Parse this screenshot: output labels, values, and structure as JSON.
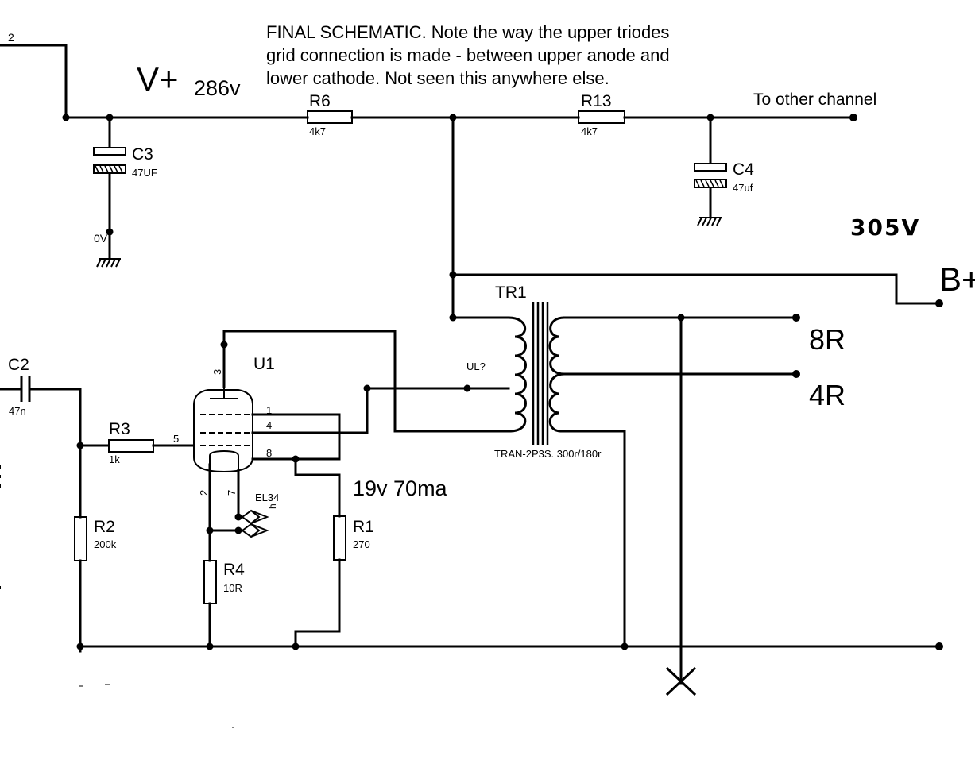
{
  "note": {
    "line1": "FINAL SCHEMATIC. Note the way the upper triodes",
    "line2": "grid connection is made - between upper anode and",
    "line3": "lower cathode. Not seen this anywhere else."
  },
  "rails": {
    "vplus": "V+",
    "vplus_voltage": "286v",
    "b_plus": "B+",
    "b_plus_voltage": "305V",
    "other_channel": "To other channel",
    "ground_label": "0V",
    "net_2": "2"
  },
  "components": {
    "r6": {
      "ref": "R6",
      "value": "4k7"
    },
    "r13": {
      "ref": "R13",
      "value": "4k7"
    },
    "c3": {
      "ref": "C3",
      "value": "47UF"
    },
    "c4": {
      "ref": "C4",
      "value": "47uf"
    },
    "c2": {
      "ref": "C2",
      "value": "47n"
    },
    "r3": {
      "ref": "R3",
      "value": "1k"
    },
    "r2": {
      "ref": "R2",
      "value": "200k"
    },
    "r4": {
      "ref": "R4",
      "value": "10R"
    },
    "r1": {
      "ref": "R1",
      "value": "270"
    },
    "u1": {
      "ref": "U1",
      "type": "EL34",
      "heater": "h"
    },
    "tr1": {
      "ref": "TR1",
      "value": "TRAN-2P3S. 300r/180r",
      "tap": "UL?"
    }
  },
  "pins": {
    "p1": "1",
    "p2": "2",
    "p3": "3",
    "p4": "4",
    "p5": "5",
    "p7": "7",
    "p8": "8"
  },
  "annotations": {
    "bias": "19v 70ma",
    "out_8r": "8R",
    "out_4r": "4R"
  }
}
